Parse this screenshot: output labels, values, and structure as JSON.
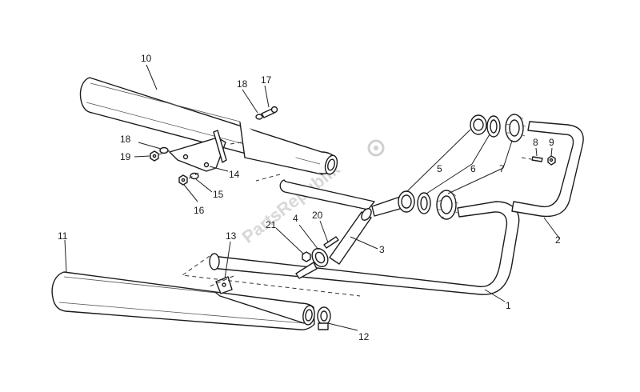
{
  "watermark": "PartsRepublik",
  "callouts": {
    "c1": "1",
    "c2": "2",
    "c3": "3",
    "c4": "4",
    "c5": "5",
    "c6": "6",
    "c7": "7",
    "c8": "8",
    "c9": "9",
    "c10": "10",
    "c11": "11",
    "c12": "12",
    "c13": "13",
    "c14": "14",
    "c15": "15",
    "c16": "16",
    "c17": "17",
    "c18a": "18",
    "c18b": "18",
    "c19": "19",
    "c20": "20",
    "c21": "21"
  }
}
